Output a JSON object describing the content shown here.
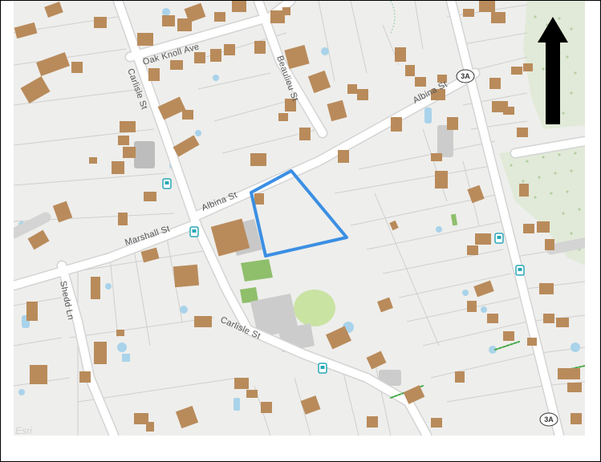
{
  "map": {
    "streets": {
      "oak_knoll": "Oak Knoll Ave",
      "beaulieu": "Beaulieu St",
      "carlisle_north": "Carlisle St",
      "carlisle_south": "Carlisle St",
      "albina_west": "Albina St",
      "albina_east": "Albina St",
      "marshall": "Marshall St",
      "shedd": "Shedd Ln"
    },
    "route_shields": {
      "north": "3A",
      "south": "3A"
    },
    "attribution": "Esri",
    "colors": {
      "background": "#eeeeec",
      "road": "#ffffff",
      "road_outline": "#d4d4d4",
      "building": "#b98b5b",
      "parcel_line": "#cfcfcf",
      "park": "#8fbf6b",
      "field": "#c9e3a3",
      "gray_structure": "#bdbdbd",
      "water": "#a9d3ea",
      "parcel_highlight": "#3b8fe3"
    }
  },
  "north_arrow": {
    "icon": "north-arrow-icon",
    "color": "#000000"
  }
}
